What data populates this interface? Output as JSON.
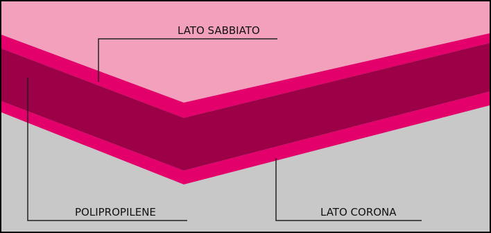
{
  "labels": {
    "top": "LATO SABBIATO",
    "left": "POLIPROPILENE",
    "right": "LATO CORONA"
  },
  "colors": {
    "background": "#c8c8c8",
    "sandblasted_side": "#f2a0bc",
    "coating": "#e3006b",
    "core": "#9c0046",
    "border": "#000000",
    "leader_line": "#222222"
  }
}
